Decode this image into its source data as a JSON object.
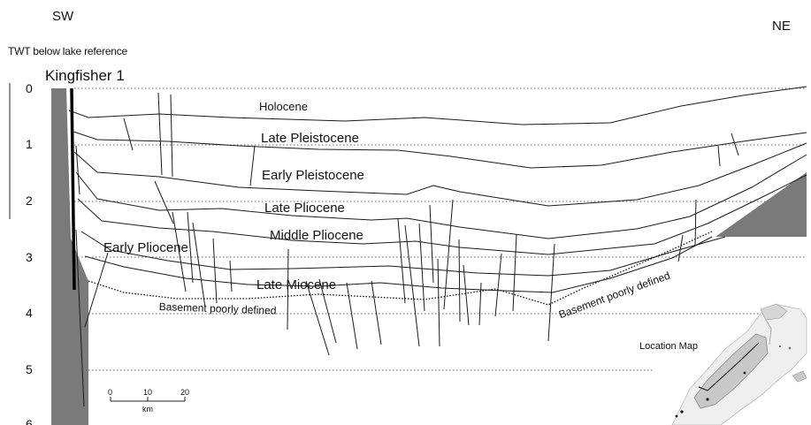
{
  "orientation": {
    "left": "SW",
    "right": "NE"
  },
  "axis": {
    "label": "TWT below lake reference",
    "ticks": [
      "0",
      "1",
      "2",
      "3",
      "4",
      "5",
      "6"
    ]
  },
  "well": {
    "name": "Kingfisher 1"
  },
  "units": [
    "Holocene",
    "Late Pleistocene",
    "Early Pleistocene",
    "Late Pliocene",
    "Middle Pliocene",
    "Early Pliocene",
    "Late Miocene"
  ],
  "basement_labels": [
    "Basement poorly defined",
    "Basement poorly defined"
  ],
  "scale_bar": {
    "ticks": [
      "0",
      "10",
      "20"
    ],
    "unit": "km"
  },
  "location_map": {
    "title": "Location Map"
  },
  "colors": {
    "basement": "#7a7a7a",
    "lines": "#1a1a1a",
    "gridlines": "#666666",
    "map_fill": "#c8c8c8"
  }
}
